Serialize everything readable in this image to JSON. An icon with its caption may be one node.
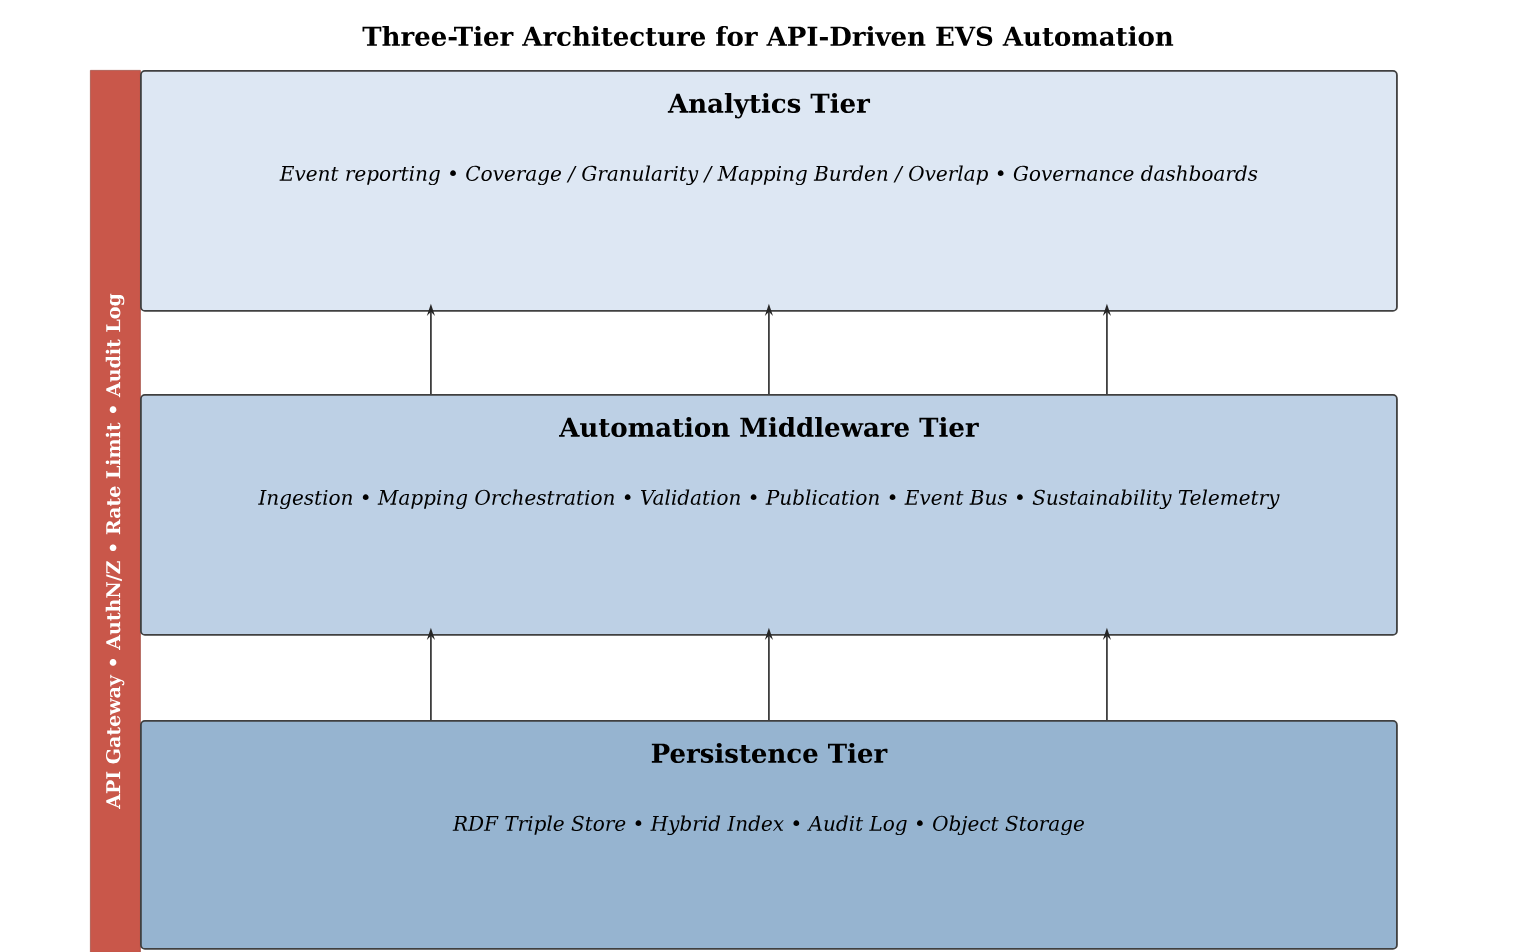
{
  "diagram": {
    "title": "Three-Tier Architecture for API-Driven EVS Automation",
    "nodes": [
      {
        "text": [
          "API Gateway • AuthN/Z • Rate Limit • Audit Log"
        ]
      },
      {
        "text": [
          "Analytics Tier",
          "Event reporting • Coverage / Granularity / Mapping Burden / Overlap • Governance dashboards"
        ]
      },
      {
        "text": [
          "Automation Middleware Tier",
          "Ingestion • Mapping Orchestration • Validation • Publication • Event Bus • Sustainability Telemetry"
        ]
      },
      {
        "text": [
          "Persistence Tier",
          "RDF Triple Store • Hybrid Index • Audit Log • Object Storage"
        ]
      }
    ],
    "edges": [
      {
        "from": 2,
        "to": 1,
        "arrow": "to"
      },
      {
        "from": 2,
        "to": 1,
        "arrow": "to"
      },
      {
        "from": 2,
        "to": 1,
        "arrow": "to"
      },
      {
        "from": 3,
        "to": 2,
        "arrow": "to"
      },
      {
        "from": 3,
        "to": 2,
        "arrow": "to"
      },
      {
        "from": 3,
        "to": 2,
        "arrow": "to"
      }
    ]
  }
}
